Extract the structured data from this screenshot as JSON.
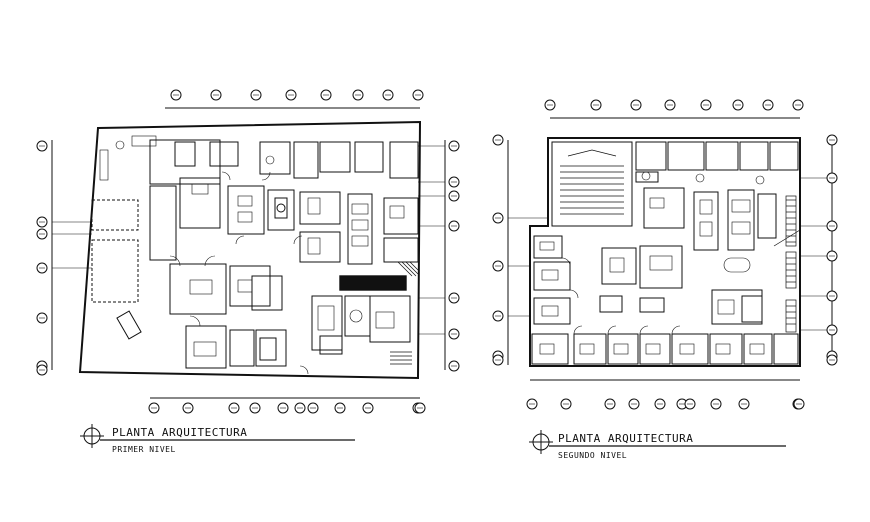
{
  "plans": [
    {
      "id": "left",
      "title": "PLANTA ARQUITECTURA",
      "subtitle": "PRIMER NIVEL",
      "grid_top_count": 8,
      "grid_bottom_count": 11,
      "grid_left_count": 7,
      "grid_right_count": 7
    },
    {
      "id": "right",
      "title": "PLANTA ARQUITECTURA",
      "subtitle": "SEGUNDO NIVEL",
      "grid_top_count": 8,
      "grid_bottom_count": 11,
      "grid_left_count": 6,
      "grid_right_count": 8
    }
  ],
  "colors": {
    "ink": "#111111",
    "paper": "#ffffff"
  }
}
